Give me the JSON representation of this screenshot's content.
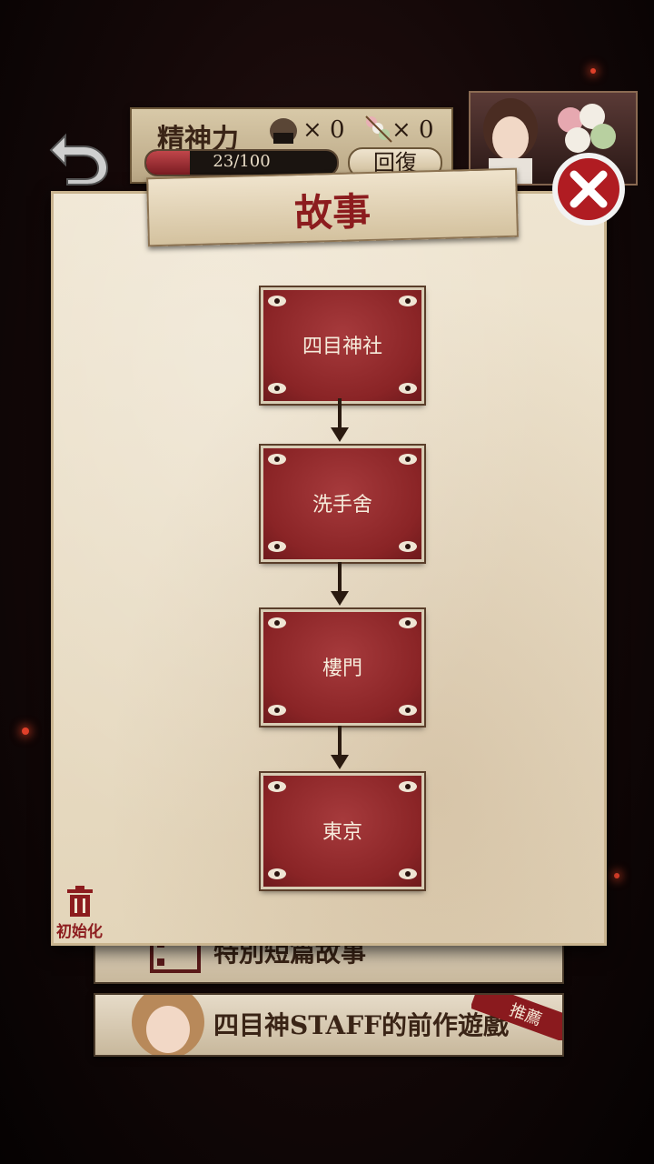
{
  "hud": {
    "stamina_label": "精神力",
    "item1_count": "× 0",
    "item2_count": "× 0",
    "stamina_value": "23/100",
    "stamina_fraction": 0.23,
    "recover_label": "回復"
  },
  "dialog": {
    "title": "故事",
    "nodes": [
      "四目神社",
      "洗手舍",
      "樓門",
      "東京"
    ],
    "reset_label": "初始化"
  },
  "menu": {
    "item1": "特別短篇故事",
    "item2": "四目神STAFF的前作遊戲",
    "badge": "推薦"
  },
  "colors": {
    "accent_red": "#8a2426",
    "paper": "#e9dcc3"
  }
}
